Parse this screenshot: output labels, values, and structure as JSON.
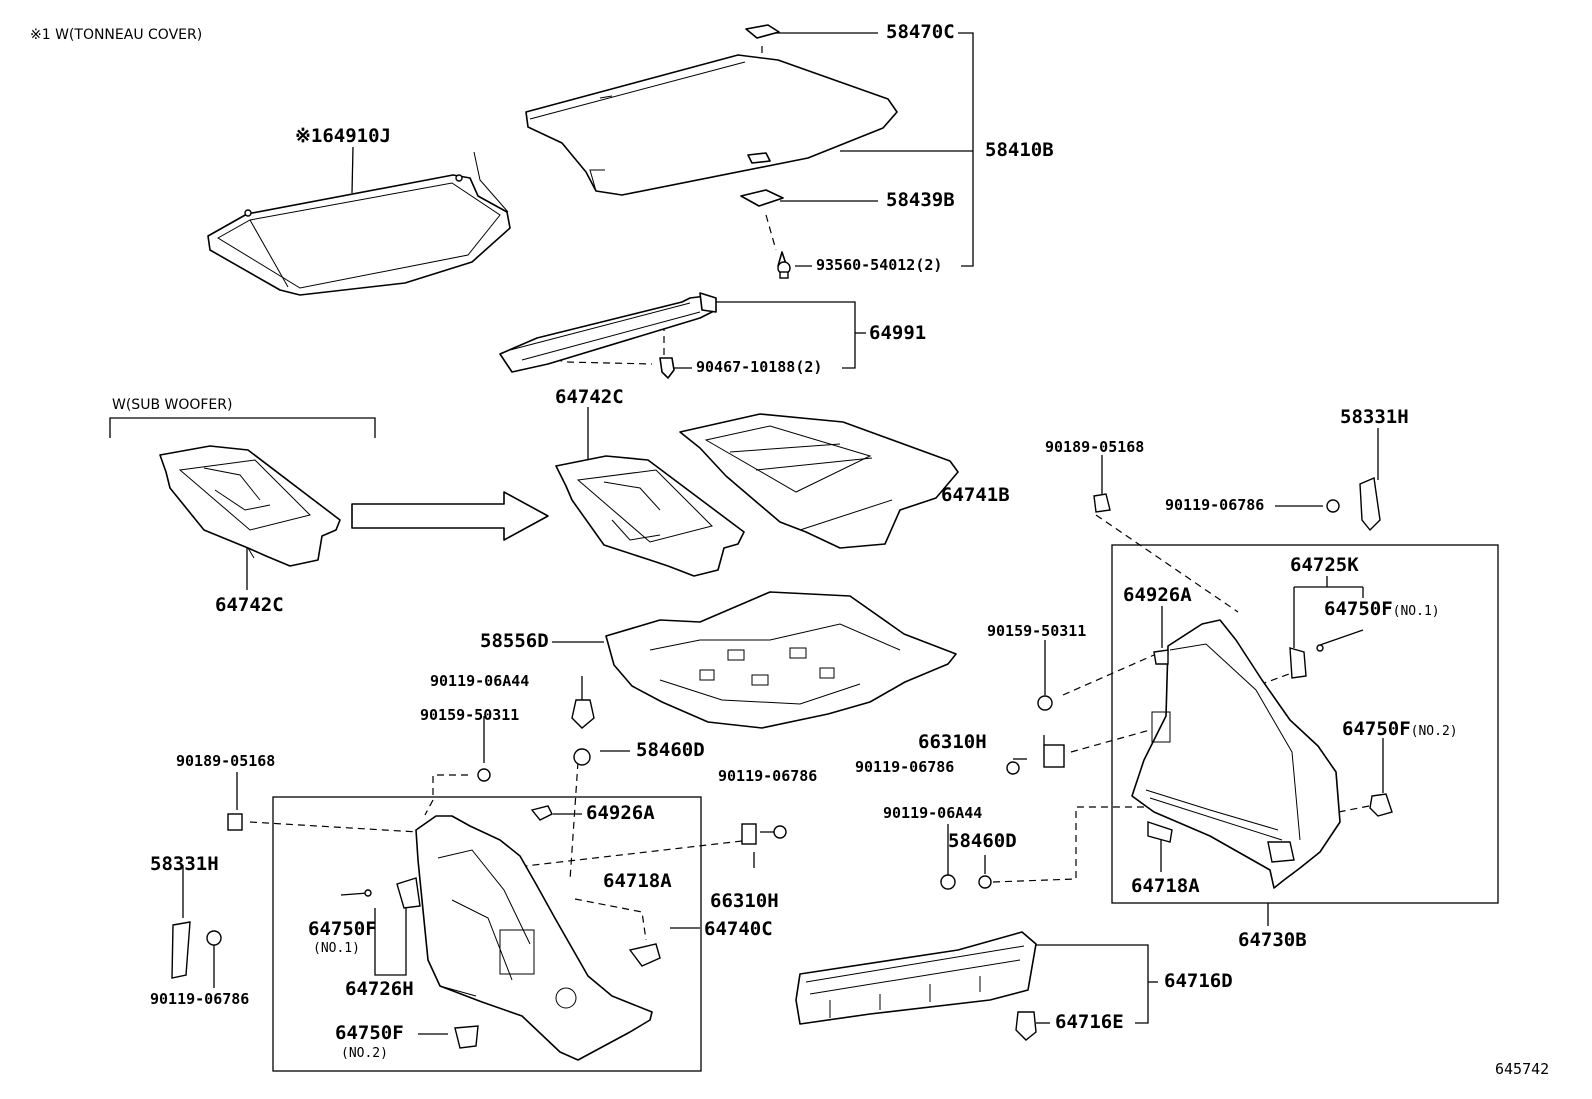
{
  "notes": {
    "tonneau_cover": "※1 W(TONNEAU COVER)",
    "sub_woofer": "W(SUB WOOFER)"
  },
  "labels": {
    "p58470C": "58470C",
    "p58410B": "58410B",
    "p58439B": "58439B",
    "p93560": "93560-54012(2)",
    "p64910J": "※164910J",
    "p64991": "64991",
    "p90467": "90467-10188(2)",
    "p64742C_top": "64742C",
    "p64742C_left": "64742C",
    "p64741B": "64741B",
    "p58331H_right": "58331H",
    "p90189_right": "90189-05168",
    "p90119_06786_right": "90119-06786",
    "p64725K": "64725K",
    "p64750F_no1_right": "64750F",
    "p64750F_no1_right_sub": "(NO.1)",
    "p64926A_right": "64926A",
    "p90159_right": "90159-50311",
    "p58556D": "58556D",
    "p90119_06A44_mid": "90119-06A44",
    "p90159_left": "90159-50311",
    "p58460D_mid": "58460D",
    "p90189_left": "90189-05168",
    "p66310H_right": "66310H",
    "p90119_06786_mid": "90119-06786",
    "p64750F_no2_right": "64750F",
    "p64750F_no2_right_sub": "(NO.2)",
    "p90119_06786_lower": "90119-06786",
    "p90119_06A44_right": "90119-06A44",
    "p58460D_right": "58460D",
    "p64926A_left": "64926A",
    "p64718A_left": "64718A",
    "p66310H_left": "66310H",
    "p64740C": "64740C",
    "p58331H_left": "58331H",
    "p64750F_no1_left": "64750F",
    "p64750F_no1_left_sub": "(NO.1)",
    "p64726H": "64726H",
    "p90119_06786_left": "90119-06786",
    "p64750F_no2_left": "64750F",
    "p64750F_no2_left_sub": "(NO.2)",
    "p64718A_right": "64718A",
    "p64730B": "64730B",
    "p64716D": "64716D",
    "p64716E": "64716E",
    "diagram_number": "645742"
  }
}
